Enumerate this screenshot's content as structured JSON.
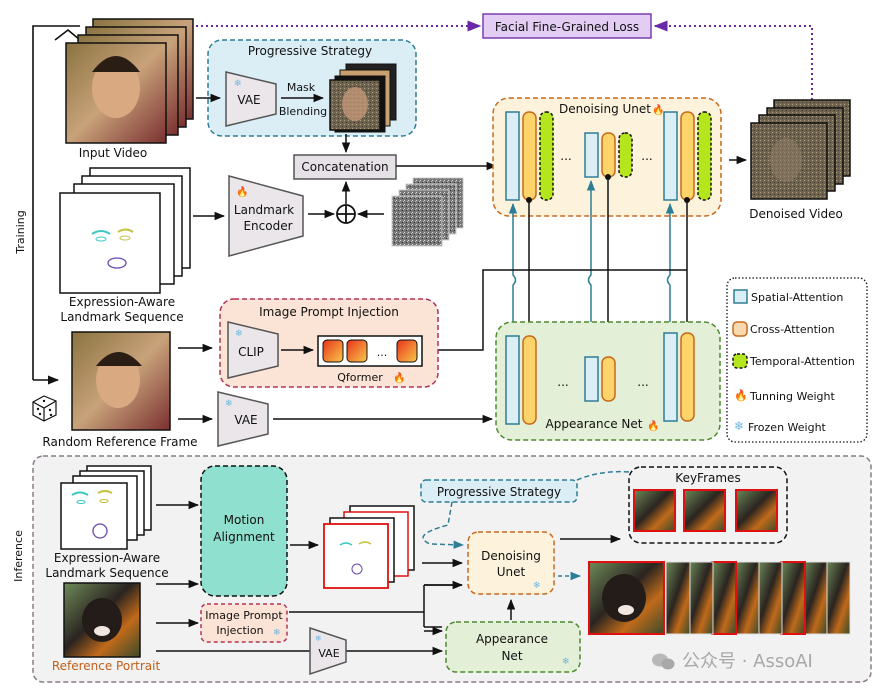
{
  "sections": {
    "training_label": "Training",
    "inference_label": "Inference"
  },
  "training": {
    "loss_box": "Facial Fine-Grained Loss",
    "input_video": "Input Video",
    "progressive_strategy": {
      "title": "Progressive Strategy",
      "vae": "VAE",
      "mask": "Mask",
      "blending": "Blending"
    },
    "concatenation": "Concatenation",
    "landmark_encoder": [
      "Landmark",
      "Encoder"
    ],
    "landmark_sequence": [
      "Expression-Aware",
      "Landmark Sequence"
    ],
    "denoising_unet": "Denoising Unet",
    "denoised_video": "Denoised Video",
    "image_prompt_injection": {
      "title": "Image Prompt Injection",
      "clip": "CLIP",
      "qformer": "Qformer",
      "ellipsis": "..."
    },
    "reference_frame": "Random Reference Frame",
    "vae2": "VAE",
    "appearance_net": "Appearance Net",
    "ellipsis": "..."
  },
  "legend": {
    "items": [
      {
        "label": "Spatial-Attention",
        "icon": "spatial-attention-swatch",
        "fill": "#dbeef5",
        "stroke": "#2e7d96"
      },
      {
        "label": "Cross-Attention",
        "icon": "cross-attention-swatch",
        "fill": "#f9d9b0",
        "stroke": "#c76a1c"
      },
      {
        "label": "Temporal-Attention",
        "icon": "temporal-attention-swatch",
        "fill": "#b5e61d",
        "stroke": "#111111"
      },
      {
        "label": "Tunning Weight",
        "icon": "fire-icon"
      },
      {
        "label": "Frozen Weight",
        "icon": "snowflake-icon"
      }
    ]
  },
  "inference": {
    "landmark_sequence": [
      "Expression-Aware",
      "Landmark Sequence"
    ],
    "motion_alignment": [
      "Motion",
      "Alignment"
    ],
    "progressive_strategy": "Progressive Strategy",
    "denoising_unet": [
      "Denoising",
      "Unet"
    ],
    "keyframes": "KeyFrames",
    "image_prompt_injection": [
      "Image Prompt",
      "Injection"
    ],
    "vae": "VAE",
    "appearance_net": [
      "Appearance",
      "Net"
    ],
    "reference_portrait": "Reference Portrait"
  },
  "watermark": "公众号 · AssoAI",
  "colors": {
    "loss_fill": "#e4cdf2",
    "loss_stroke": "#7a3fb0",
    "progressive_fill": "#dbeef5",
    "progressive_stroke": "#2e7d96",
    "unet_fill": "#fdf3dc",
    "unet_stroke": "#c76a1c",
    "ipi_fill": "#fbe3d5",
    "ipi_stroke": "#b0345a",
    "appearance_fill": "#e3efd6",
    "appearance_stroke": "#4d8a2e",
    "motion_fill": "#8fe0cf",
    "inference_bg": "#f2f2f2",
    "reference_portrait_text": "#c0601a",
    "keyframe_border": "#e01010"
  }
}
